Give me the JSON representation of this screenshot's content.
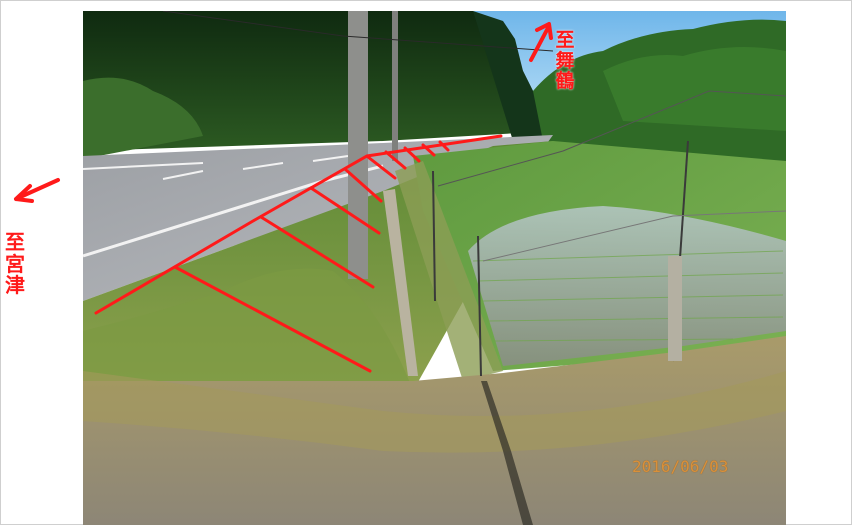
{
  "labels": {
    "left_direction": [
      "至",
      "宮",
      "津"
    ],
    "top_direction": [
      "至",
      "舞",
      "鶴"
    ]
  },
  "photo": {
    "date_stamp": "2016/06/03"
  },
  "colors": {
    "annotation": "#ff1a1a",
    "date_stamp": "#d9903a",
    "sky": "#8ec9f0",
    "forest": "#1f4a1c",
    "road": "#a4a7ab",
    "paddy_green": "#5f9a3f"
  },
  "icons": {
    "left_arrow": "arrow-down-left-icon",
    "top_arrow": "arrow-up-right-icon"
  }
}
